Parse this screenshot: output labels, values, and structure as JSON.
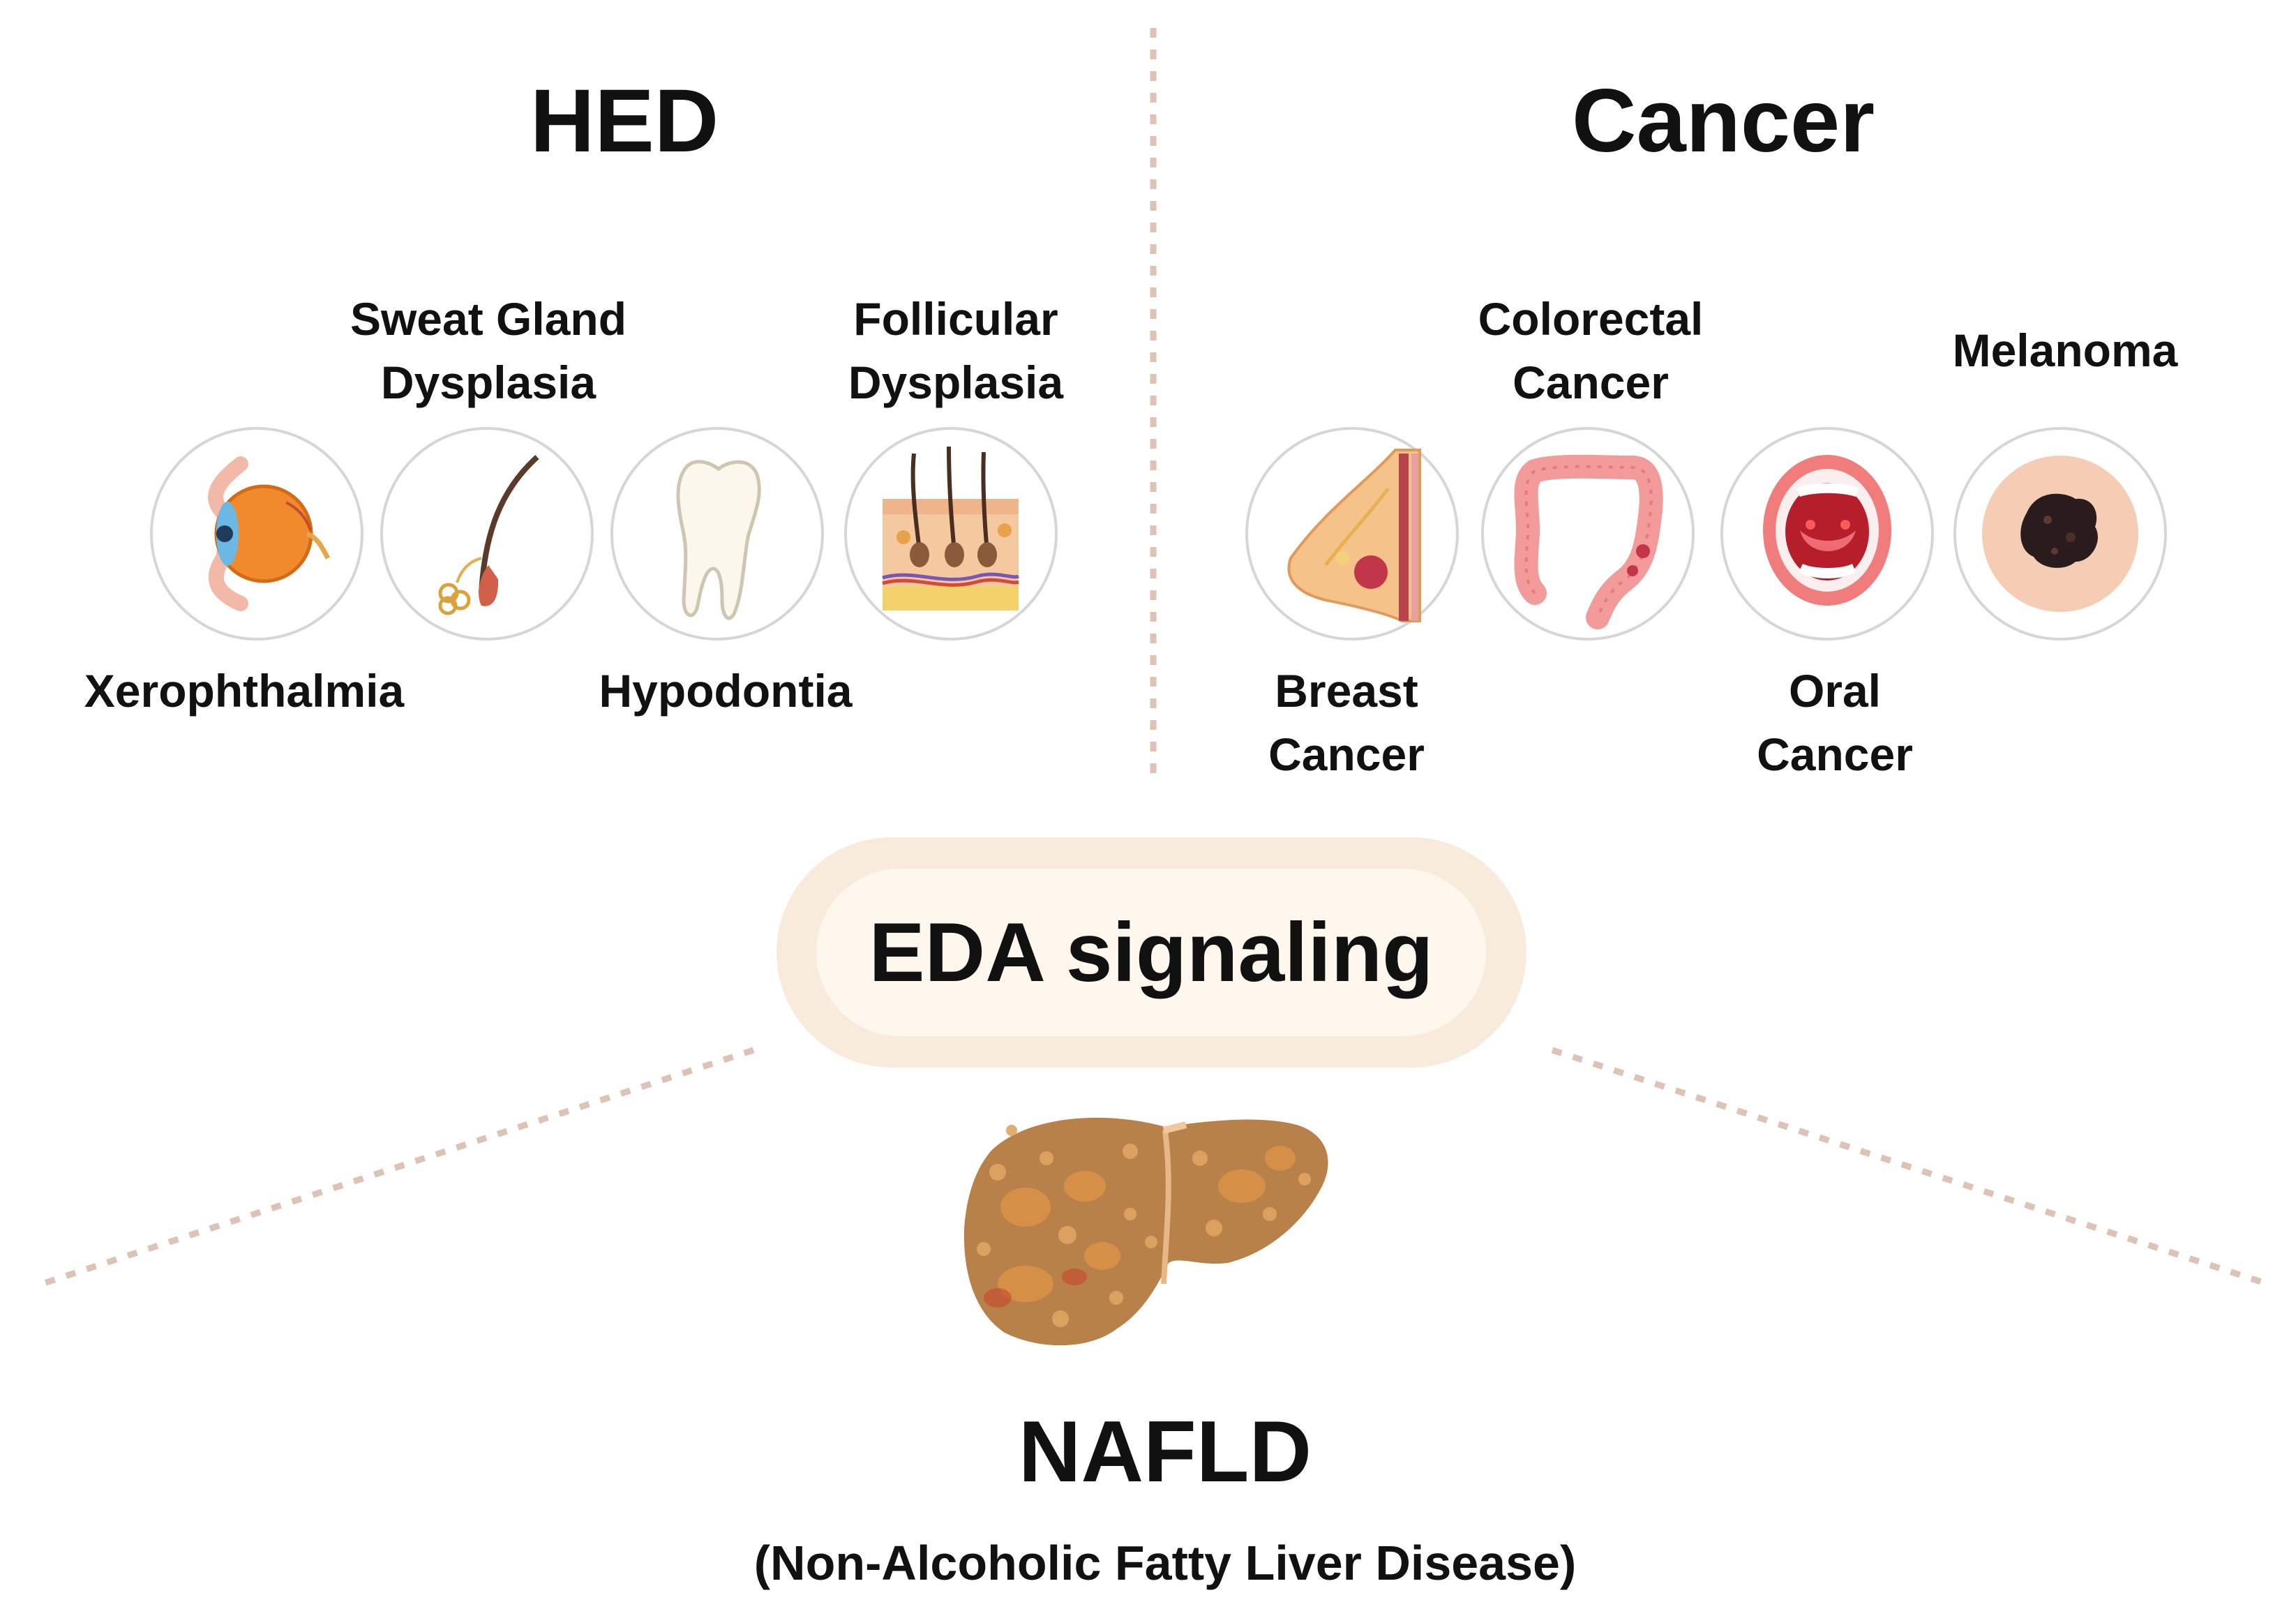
{
  "sections": {
    "hed": {
      "title": "HED",
      "items": [
        {
          "label": "Xerophthalmia",
          "icon": "eye-icon"
        },
        {
          "label": "Sweat Gland\nDysplasia",
          "icon": "hair-follicle-sweat-gland-icon"
        },
        {
          "label": "Hypodontia",
          "icon": "tooth-icon"
        },
        {
          "label": "Follicular\nDysplasia",
          "icon": "skin-cross-section-icon"
        }
      ]
    },
    "cancer": {
      "title": "Cancer",
      "items": [
        {
          "label": "Breast\nCancer",
          "icon": "breast-icon"
        },
        {
          "label": "Colorectal\nCancer",
          "icon": "colon-icon"
        },
        {
          "label": "Oral\nCancer",
          "icon": "open-mouth-icon"
        },
        {
          "label": "Melanoma",
          "icon": "melanoma-lesion-icon"
        }
      ]
    }
  },
  "center": {
    "label": "EDA signaling"
  },
  "nafld": {
    "title": "NAFLD",
    "subtitle": "(Non-Alcoholic Fatty Liver Disease)",
    "icon": "fatty-liver-icon"
  },
  "colors": {
    "divider": "#dcc3b6",
    "pill_outer": "#f8ebdb",
    "pill_inner": "#fdf7ee",
    "circle_border": "#d6d6d6"
  }
}
